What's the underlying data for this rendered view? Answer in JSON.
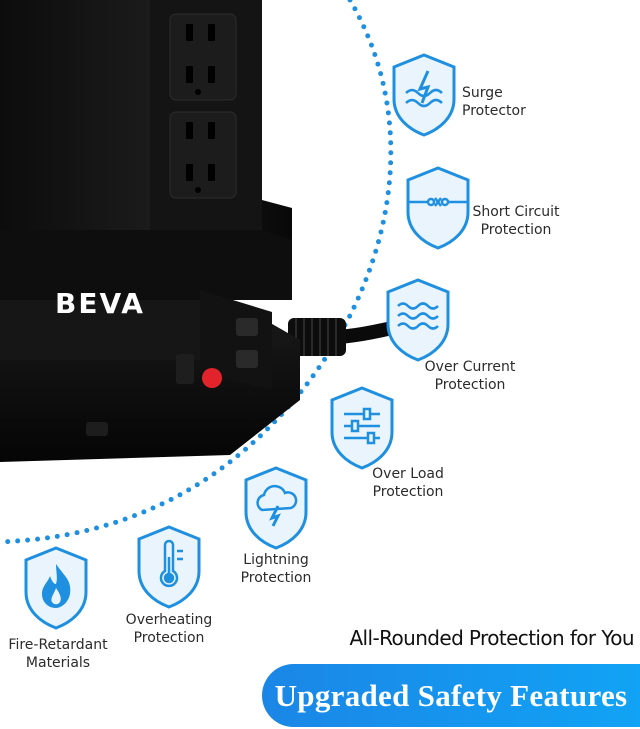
{
  "colors": {
    "accent": "#1f8fe0",
    "badge_fill": "#e9f4fd",
    "product_black": "#111111",
    "switch_red": "#e1242b",
    "banner_start": "#1b86e6",
    "banner_end": "#11a3f5"
  },
  "product": {
    "brand": "BEVA",
    "outlet_icon": "outlet-icon",
    "switch_icon": "power-switch-icon"
  },
  "features": [
    {
      "id": "surge",
      "label": "Surge\nProtector",
      "icon": "surge-wave-lightning-icon"
    },
    {
      "id": "short",
      "label": "Short Circuit\nProtection",
      "icon": "short-circuit-icon"
    },
    {
      "id": "current",
      "label": "Over Current\nProtection",
      "icon": "waves-icon"
    },
    {
      "id": "load",
      "label": "Over Load\nProtection",
      "icon": "sliders-icon"
    },
    {
      "id": "lightning",
      "label": "Lightning\nProtection",
      "icon": "cloud-lightning-icon"
    },
    {
      "id": "heat",
      "label": "Overheating\nProtection",
      "icon": "thermometer-icon"
    },
    {
      "id": "fire",
      "label": "Fire-Retardant\nMaterials",
      "icon": "flame-icon"
    }
  ],
  "tagline": "All-Rounded Protection for You",
  "banner": "Upgraded Safety Features"
}
